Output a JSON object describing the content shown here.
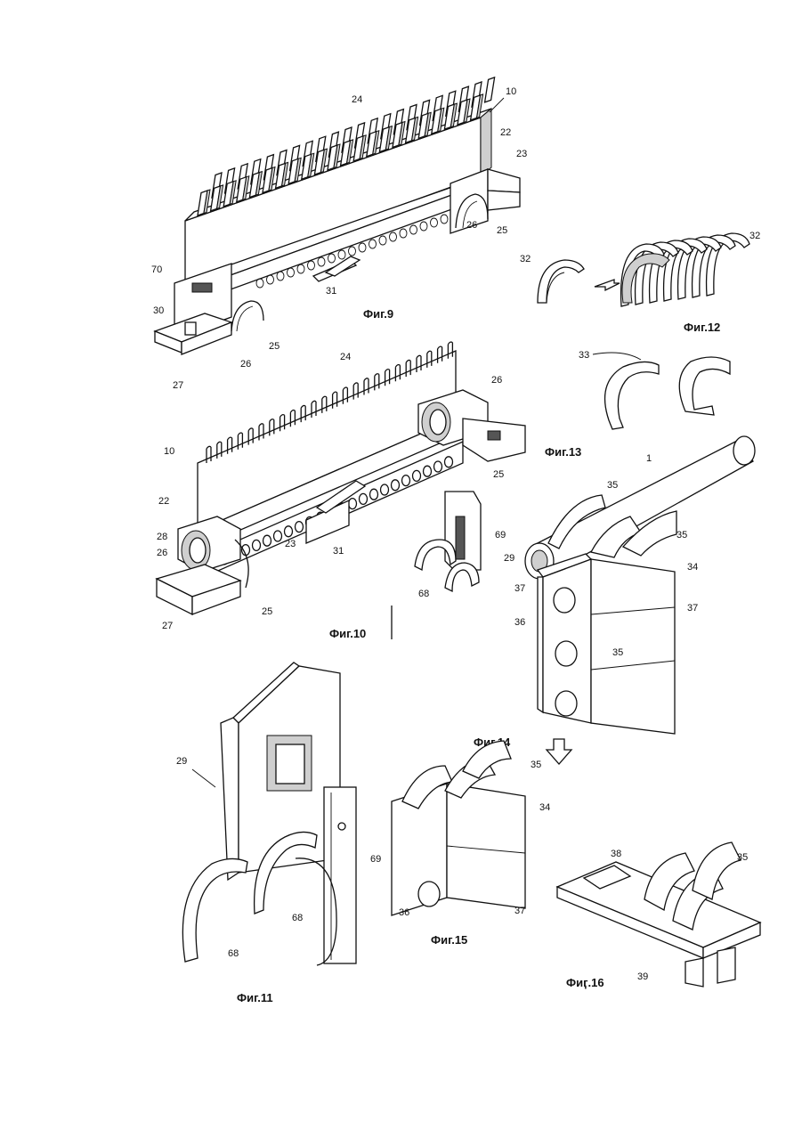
{
  "figures": {
    "fig9": {
      "caption": "Фиг.9",
      "refs": [
        "10",
        "24",
        "22",
        "23",
        "26",
        "25",
        "70",
        "30",
        "31",
        "27",
        "26",
        "25"
      ]
    },
    "fig10": {
      "caption": "Фиг.10",
      "refs": [
        "24",
        "26",
        "10",
        "22",
        "25",
        "28",
        "26",
        "23",
        "31",
        "25",
        "27"
      ]
    },
    "fig11": {
      "caption": "Фиг.11",
      "refs": [
        "29",
        "69",
        "68",
        "68"
      ]
    },
    "fig12": {
      "caption": "Фиг.12",
      "refs": [
        "32",
        "32"
      ]
    },
    "fig13": {
      "caption": "Фиг.13",
      "refs": [
        "33"
      ]
    },
    "fig13b": {
      "refs": [
        "69",
        "29",
        "68"
      ]
    },
    "fig14": {
      "caption": "Фиг.14",
      "refs": [
        "1",
        "35",
        "35",
        "34",
        "37",
        "37",
        "36",
        "35"
      ]
    },
    "fig15": {
      "caption": "Фиг.15",
      "refs": [
        "35",
        "34",
        "36",
        "37"
      ]
    },
    "fig16": {
      "caption": "Фиӷ.16",
      "refs": [
        "38",
        "35",
        "39"
      ]
    }
  }
}
